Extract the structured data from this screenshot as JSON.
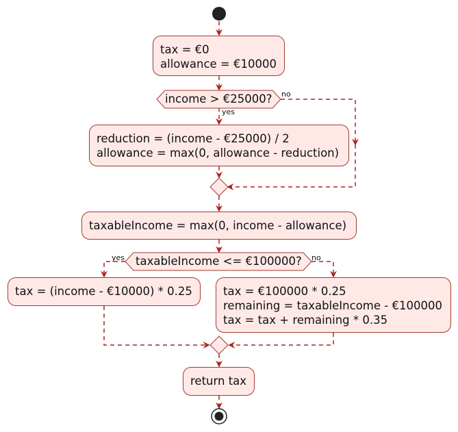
{
  "colors": {
    "node_fill": "#fee9e7",
    "node_border": "#a3392c",
    "arrow": "#b02121",
    "start_end": "#222222"
  },
  "diagram": {
    "init_box": {
      "lines": [
        "tax = €0",
        "allowance = €10000"
      ]
    },
    "decision1": {
      "text": "income > €25000?",
      "yes_label": "yes",
      "no_label": "no"
    },
    "reduction_box": {
      "lines": [
        "reduction = (income - €25000) / 2",
        "allowance = max(0, allowance - reduction)"
      ]
    },
    "taxable_box": {
      "lines": [
        "taxableIncome = max(0, income - allowance)"
      ]
    },
    "decision2": {
      "text": "taxableIncome <= €100000?",
      "yes_label": "yes",
      "no_label": "no"
    },
    "low_tax_box": {
      "lines": [
        "tax = (income - €10000) * 0.25"
      ]
    },
    "high_tax_box": {
      "lines": [
        "tax = €100000 * 0.25",
        "remaining = taxableIncome - €100000",
        "tax = tax + remaining * 0.35"
      ]
    },
    "return_box": {
      "lines": [
        "return tax"
      ]
    }
  }
}
